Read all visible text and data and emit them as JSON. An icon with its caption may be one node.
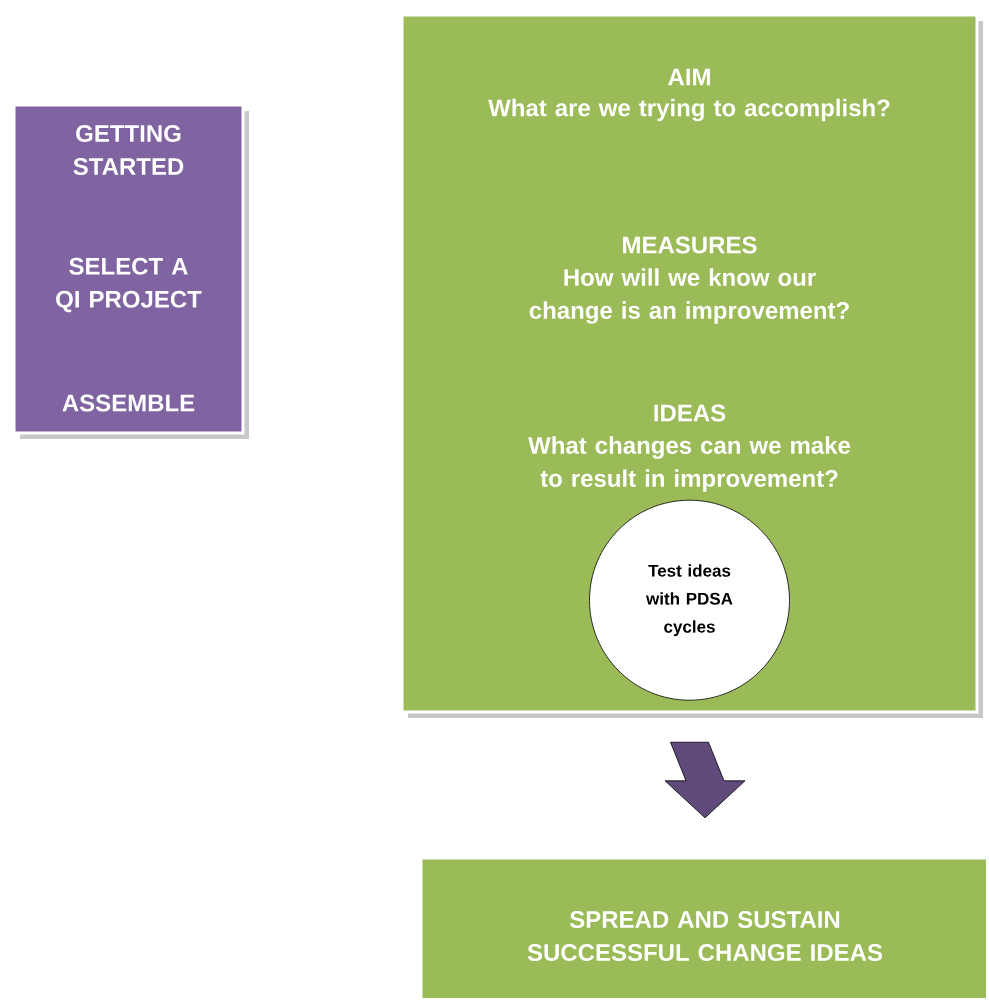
{
  "diagram": {
    "nodes": [
      {
        "text": [
          "GETTING STARTED",
          "SELECT A QI PROJECT",
          "ASSEMBLE"
        ]
      },
      {
        "text": [
          "AIM",
          "What are we trying to accomplish?",
          "MEASURES",
          "How will we know our change is an improvement?",
          "IDEAS",
          "What changes can we make to result in improvement?"
        ]
      },
      {
        "text": [
          "Test ideas with PDSA cycles"
        ],
        "in": 1
      },
      {
        "text": [
          "SPREAD AND SUSTAIN SUCCESSFUL CHANGE IDEAS"
        ]
      }
    ],
    "edges": [
      {
        "from": 1,
        "to": 3,
        "arrow": "to"
      }
    ]
  }
}
